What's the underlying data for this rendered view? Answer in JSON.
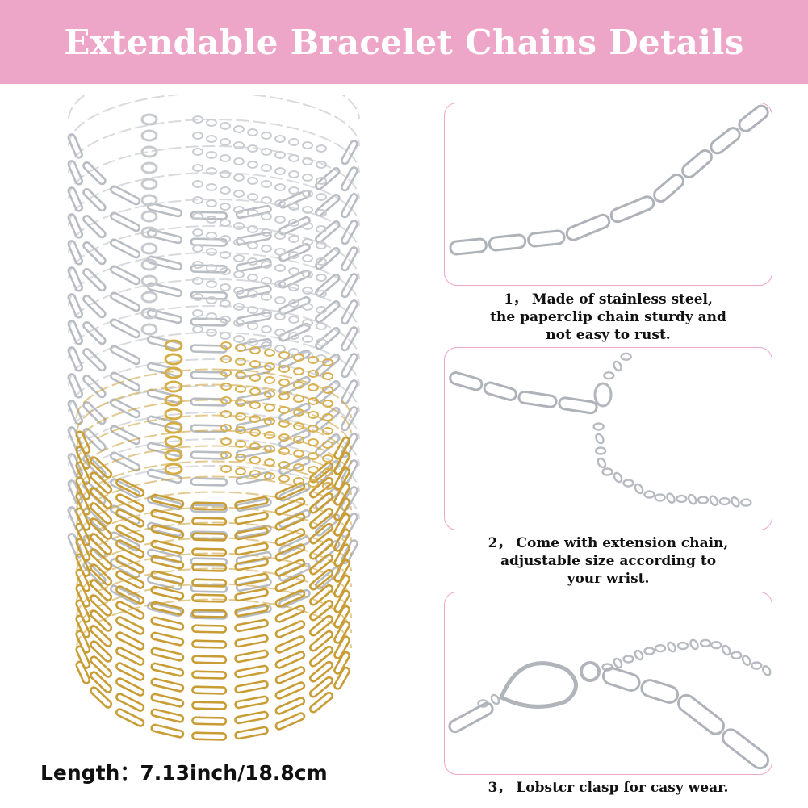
{
  "banner": {
    "title": "Extendable Bracelet Chains Details",
    "background_color": "#eea6c8",
    "text_color": "#ffffff"
  },
  "product": {
    "length_label": "Length：7.13inch/18.8cm",
    "chain_colors": {
      "silver": "#c9ccd2",
      "gold": "#d9b24a"
    }
  },
  "details": [
    {
      "lines": [
        "1， Made of stainless steel,",
        "the paperclip chain sturdy and",
        "not easy to rust."
      ]
    },
    {
      "lines": [
        "2， Come with extension chain,",
        "adjustable size according to",
        "your wrist."
      ]
    },
    {
      "lines": [
        "3， Lobstcr clasp for casy wear."
      ]
    }
  ]
}
